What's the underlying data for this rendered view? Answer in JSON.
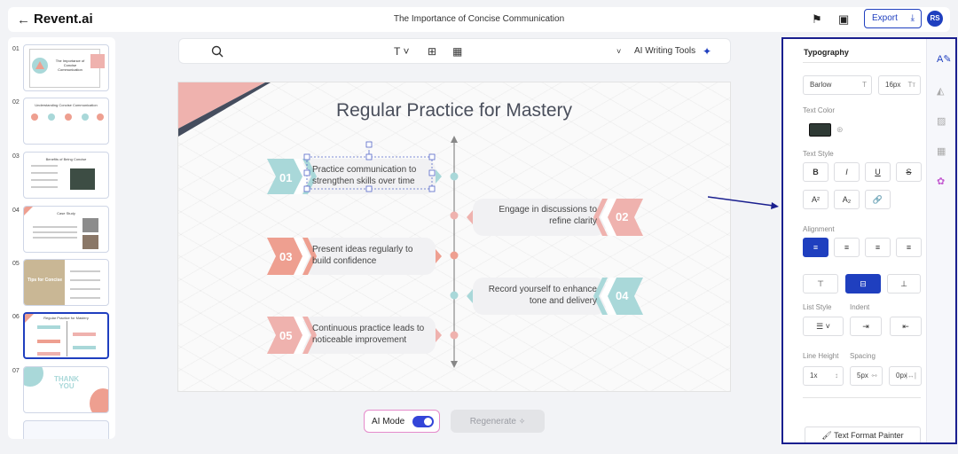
{
  "header": {
    "back_icon": "arrow-left-icon",
    "logo": "Revent.ai",
    "document_title": "The Importance of Concise Communication",
    "export_label": "Export",
    "avatar_initials": "RS"
  },
  "slides": [
    {
      "num": "01",
      "title": "The Importance of Concise Communication"
    },
    {
      "num": "02",
      "title": "Understanding Concise Communication"
    },
    {
      "num": "03",
      "title": "Benefits of Being Concise"
    },
    {
      "num": "04",
      "title": "Case Study"
    },
    {
      "num": "05",
      "title": "Tips for Concise"
    },
    {
      "num": "06",
      "title": "Regular Practice for Mastery"
    },
    {
      "num": "07",
      "title": "THANK YOU"
    }
  ],
  "toolbar": {
    "ai_writing_tools": "AI Writing Tools"
  },
  "slide": {
    "title": "Regular Practice for Mastery",
    "steps": [
      {
        "num": "01",
        "text": "Practice communication to strengthen skills over time"
      },
      {
        "num": "02",
        "text": "Engage in discussions to refine clarity"
      },
      {
        "num": "03",
        "text": "Present ideas regularly to build confidence"
      },
      {
        "num": "04",
        "text": "Record yourself to enhance tone and delivery"
      },
      {
        "num": "05",
        "text": "Continuous practice leads to noticeable improvement"
      }
    ]
  },
  "bottom": {
    "ai_mode_label": "AI Mode",
    "regenerate_label": "Regenerate"
  },
  "panel": {
    "title": "Typography",
    "font_family": "Barlow",
    "font_size": "16px",
    "text_color_label": "Text Color",
    "text_color": "#2f3a35",
    "text_style_label": "Text Style",
    "style_buttons": [
      "B",
      "I",
      "U",
      "S"
    ],
    "script_buttons": [
      "A²",
      "A₂"
    ],
    "alignment_label": "Alignment",
    "list_style_label": "List Style",
    "indent_label": "Indent",
    "line_height_label": "Line Height",
    "line_height_value": "1x",
    "spacing_label": "Spacing",
    "spacing_value": "5px",
    "spacing_value_2": "0px",
    "format_painter_label": "Text Format Painter"
  },
  "colors": {
    "accent": "#1f3fbf",
    "teal": "#a9d8d9",
    "salmon": "#ee9f90",
    "pink": "#efb2ae"
  }
}
